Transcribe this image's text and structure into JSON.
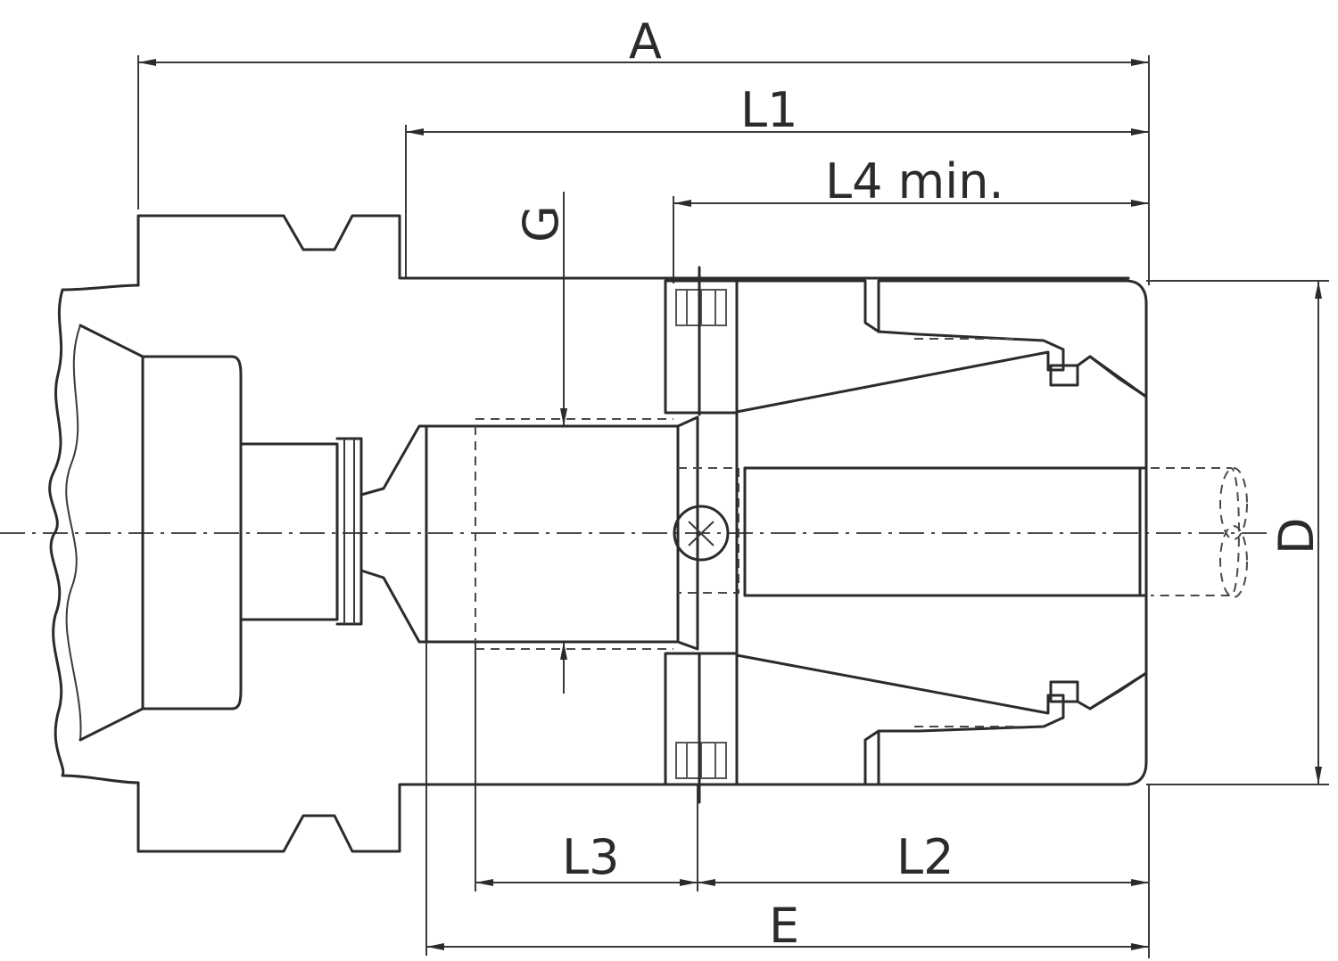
{
  "drawing": {
    "labels": {
      "A": "A",
      "L1": "L1",
      "L4": "L4 min.",
      "G": "G",
      "D": "D",
      "L3": "L3",
      "L2": "L2",
      "E": "E"
    },
    "line_color": "#2b2b2b",
    "background": "#ffffff"
  }
}
